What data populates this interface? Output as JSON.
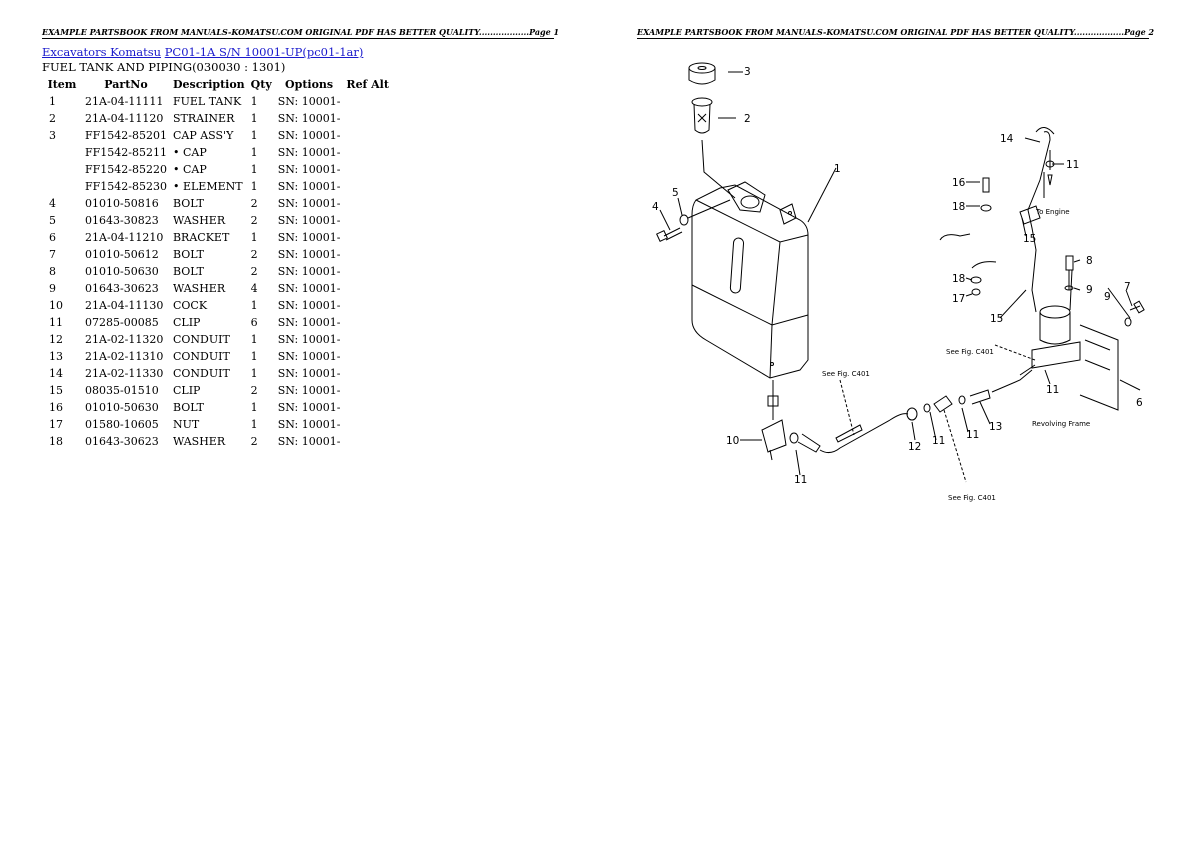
{
  "headers": {
    "page1": "EXAMPLE PARTSBOOK FROM MANUALS-KOMATSU.COM ORIGINAL PDF HAS BETTER QUALITY..................Page 1",
    "page2": "EXAMPLE PARTSBOOK FROM MANUALS-KOMATSU.COM ORIGINAL PDF HAS BETTER QUALITY..................Page 2"
  },
  "breadcrumb": {
    "link1": "Excavators Komatsu",
    "link2": "PC01-1A S/N 10001-UP(pc01-1ar)"
  },
  "subtitle": "FUEL TANK AND PIPING(030030 : 1301)",
  "table": {
    "columns": [
      "Item",
      "PartNo",
      "Description",
      "Qty",
      "Options",
      "Ref Alt"
    ],
    "rows": [
      {
        "item": "1",
        "partno": "21A-04-11111",
        "desc": "FUEL TANK",
        "qty": "1",
        "options": "SN: 10001-"
      },
      {
        "item": "2",
        "partno": "21A-04-11120",
        "desc": "STRAINER",
        "qty": "1",
        "options": "SN: 10001-"
      },
      {
        "item": "3",
        "partno": "FF1542-85201",
        "desc": "CAP ASS'Y",
        "qty": "1",
        "options": "SN: 10001-"
      },
      {
        "item": "",
        "partno": "FF1542-85211",
        "desc": "• CAP",
        "qty": "1",
        "options": "SN: 10001-"
      },
      {
        "item": "",
        "partno": "FF1542-85220",
        "desc": "• CAP",
        "qty": "1",
        "options": "SN: 10001-"
      },
      {
        "item": "",
        "partno": "FF1542-85230",
        "desc": "• ELEMENT",
        "qty": "1",
        "options": "SN: 10001-"
      },
      {
        "item": "4",
        "partno": "01010-50816",
        "desc": "BOLT",
        "qty": "2",
        "options": "SN: 10001-"
      },
      {
        "item": "5",
        "partno": "01643-30823",
        "desc": "WASHER",
        "qty": "2",
        "options": "SN: 10001-"
      },
      {
        "item": "6",
        "partno": "21A-04-11210",
        "desc": "BRACKET",
        "qty": "1",
        "options": "SN: 10001-"
      },
      {
        "item": "7",
        "partno": "01010-50612",
        "desc": "BOLT",
        "qty": "2",
        "options": "SN: 10001-"
      },
      {
        "item": "8",
        "partno": "01010-50630",
        "desc": "BOLT",
        "qty": "2",
        "options": "SN: 10001-"
      },
      {
        "item": "9",
        "partno": "01643-30623",
        "desc": "WASHER",
        "qty": "4",
        "options": "SN: 10001-"
      },
      {
        "item": "10",
        "partno": "21A-04-11130",
        "desc": "COCK",
        "qty": "1",
        "options": "SN: 10001-"
      },
      {
        "item": "11",
        "partno": "07285-00085",
        "desc": "CLIP",
        "qty": "6",
        "options": "SN: 10001-"
      },
      {
        "item": "12",
        "partno": "21A-02-11320",
        "desc": "CONDUIT",
        "qty": "1",
        "options": "SN: 10001-"
      },
      {
        "item": "13",
        "partno": "21A-02-11310",
        "desc": "CONDUIT",
        "qty": "1",
        "options": "SN: 10001-"
      },
      {
        "item": "14",
        "partno": "21A-02-11330",
        "desc": "CONDUIT",
        "qty": "1",
        "options": "SN: 10001-"
      },
      {
        "item": "15",
        "partno": "08035-01510",
        "desc": "CLIP",
        "qty": "2",
        "options": "SN: 10001-"
      },
      {
        "item": "16",
        "partno": "01010-50630",
        "desc": "BOLT",
        "qty": "1",
        "options": "SN: 10001-"
      },
      {
        "item": "17",
        "partno": "01580-10605",
        "desc": "NUT",
        "qty": "1",
        "options": "SN: 10001-"
      },
      {
        "item": "18",
        "partno": "01643-30623",
        "desc": "WASHER",
        "qty": "2",
        "options": "SN: 10001-"
      }
    ]
  },
  "diagram": {
    "callouts": [
      "1",
      "2",
      "3",
      "4",
      "5",
      "6",
      "7",
      "8",
      "9",
      "10",
      "11",
      "11",
      "11",
      "11",
      "11",
      "12",
      "13",
      "14",
      "15",
      "15",
      "16",
      "17",
      "18",
      "18"
    ],
    "see_fig_top": "See Fig. C401",
    "see_fig_mid": "See Fig. C401",
    "see_fig_bottom": "See Fig. C401",
    "to_engine": "To Engine",
    "revolving_frame": "Revolving Frame"
  }
}
